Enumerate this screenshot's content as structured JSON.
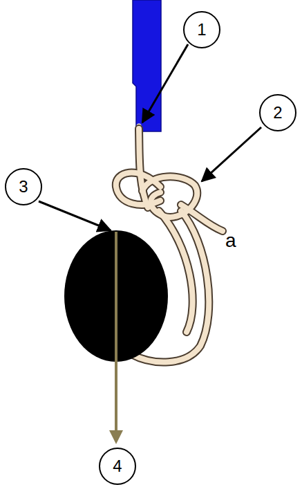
{
  "diagram": {
    "nodes": [
      {
        "text": [
          "1"
        ]
      },
      {
        "text": [
          "2"
        ]
      },
      {
        "text": [
          "3"
        ]
      },
      {
        "text": [
          "4"
        ]
      }
    ],
    "labels": [
      "a"
    ]
  }
}
